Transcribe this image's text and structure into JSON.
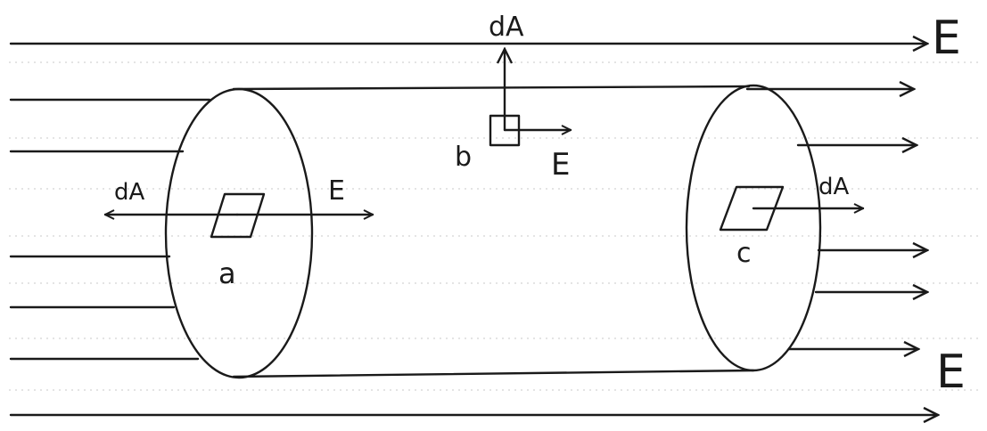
{
  "field_labels": {
    "top": "E",
    "bottom": "E"
  },
  "surface_a": {
    "label": "a",
    "area_vector_label": "dA",
    "field_label": "E"
  },
  "surface_b": {
    "label": "b",
    "area_vector_label": "dA",
    "field_label": "E"
  },
  "surface_c": {
    "label": "c",
    "area_vector_label": "dA"
  },
  "colors": {
    "ink": "#1a1a1a",
    "paper": "#ffffff"
  }
}
